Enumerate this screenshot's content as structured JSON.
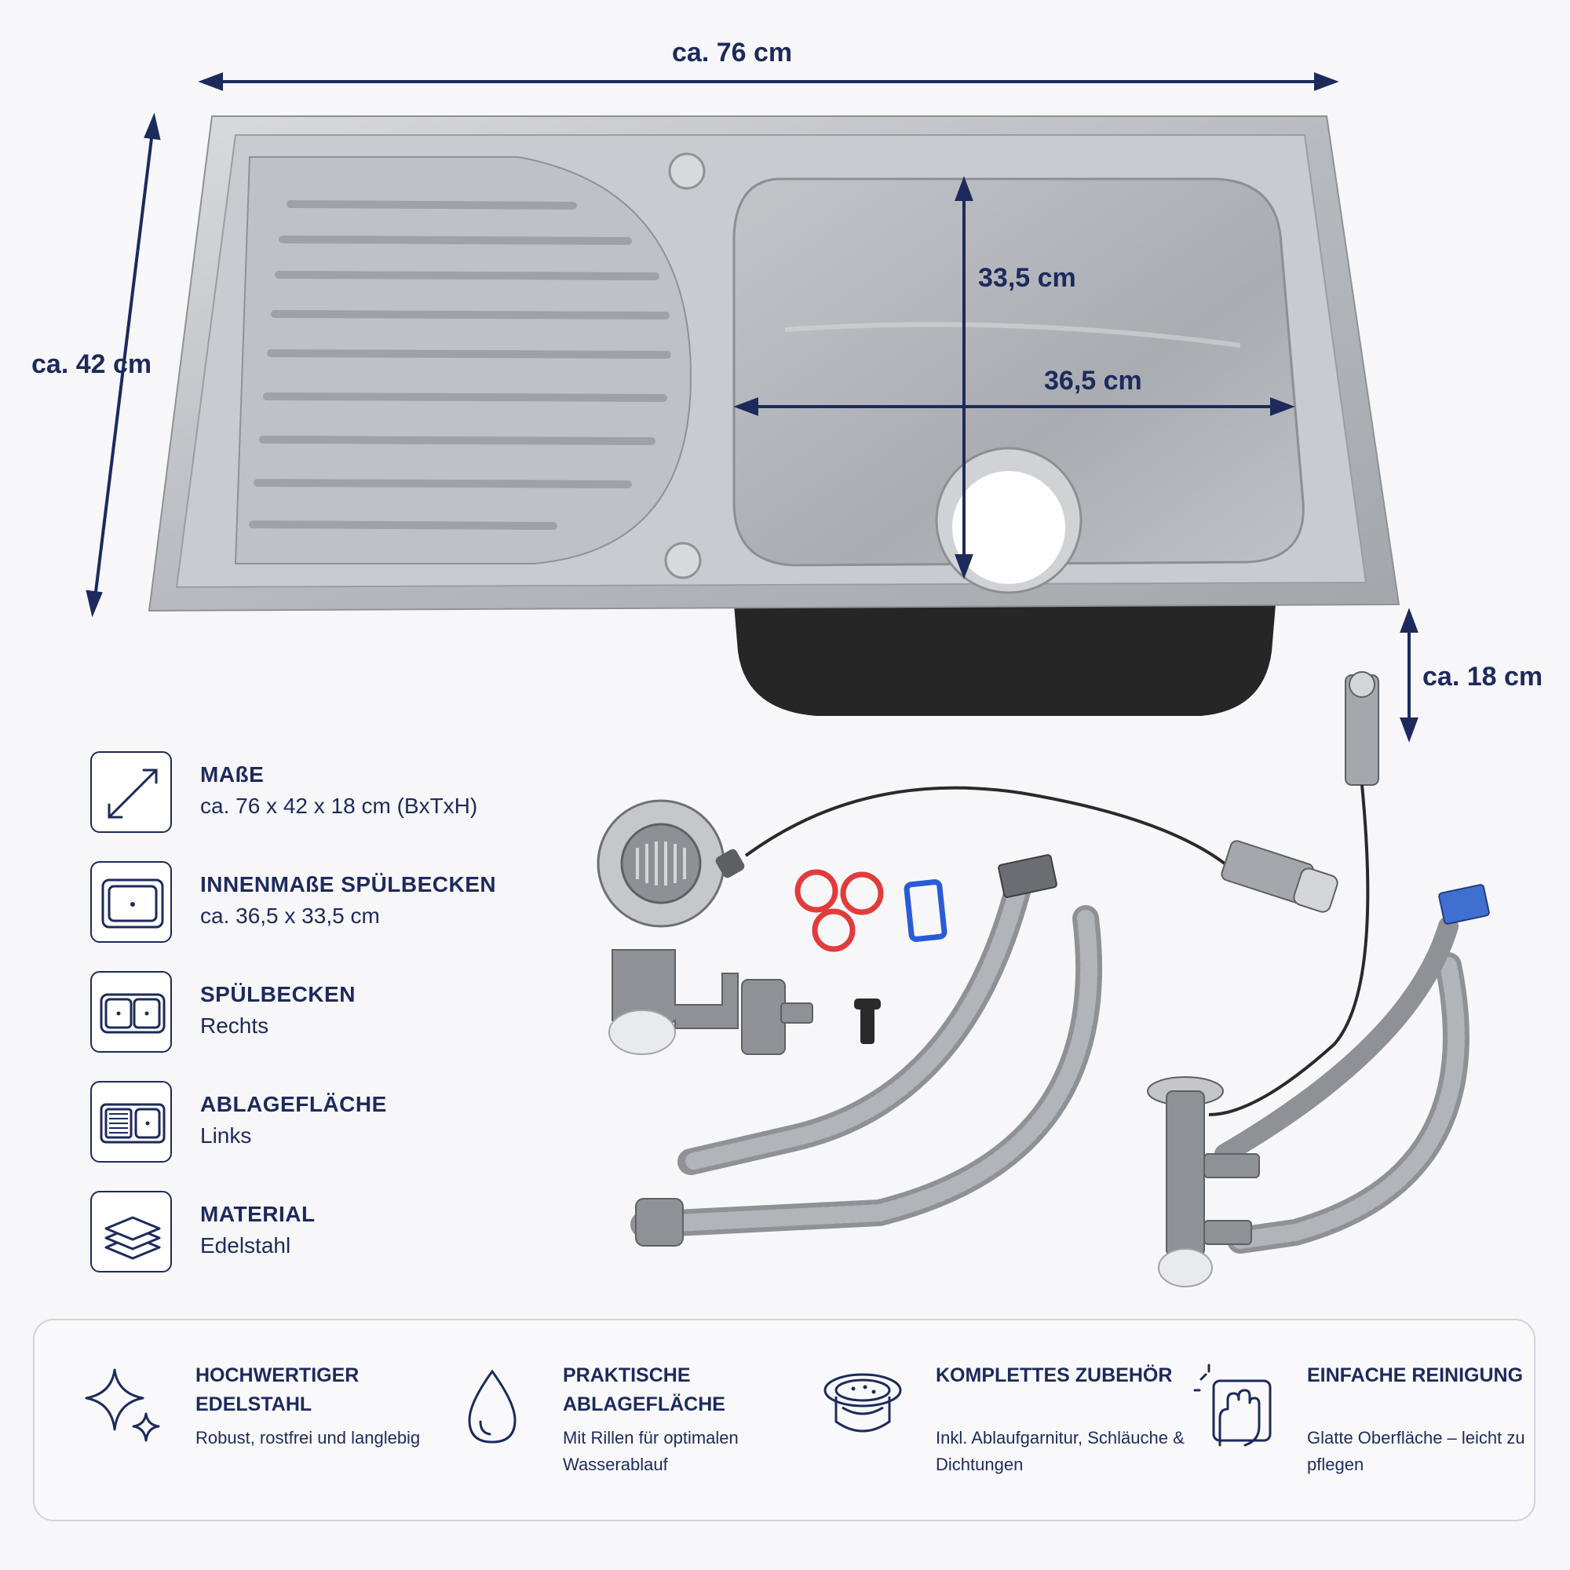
{
  "dimensions": {
    "width": "ca. 76 cm",
    "depth": "ca. 42 cm",
    "bowl_depth": "33,5 cm",
    "bowl_width": "36,5 cm",
    "height": "ca. 18 cm"
  },
  "specs": [
    {
      "title": "MAßE",
      "value": "ca. 76 x 42 x 18 cm (BxTxH)",
      "icon": "dimensions-icon"
    },
    {
      "title": "INNENMAßE SPÜLBECKEN",
      "value": "ca. 36,5 x 33,5 cm",
      "icon": "basin-icon"
    },
    {
      "title": "SPÜLBECKEN",
      "value": "Rechts",
      "icon": "double-basin-icon"
    },
    {
      "title": "ABLAGEFLÄCHE",
      "value": "Links",
      "icon": "drainboard-icon"
    },
    {
      "title": "MATERIAL",
      "value": "Edelstahl",
      "icon": "layers-icon"
    }
  ],
  "features": [
    {
      "title": "HOCHWERTIGER EDELSTAHL",
      "desc": "Robust, rostfrei und langlebig",
      "icon": "sparkle-icon"
    },
    {
      "title": "PRAKTISCHE ABLAGEFLÄCHE",
      "desc": "Mit Rillen für optimalen Wasserablauf",
      "icon": "water-drop-icon"
    },
    {
      "title": "KOMPLETTES ZUBEHÖR",
      "desc": "Inkl. Ablaufgarnitur, Schläuche & Dichtungen",
      "icon": "drain-strainer-icon"
    },
    {
      "title": "EINFACHE REINIGUNG",
      "desc": "Glatte Oberfläche – leicht zu pflegen",
      "icon": "cleaning-hand-icon"
    }
  ],
  "colors": {
    "navy": "#1d2a5c",
    "steel": "#b9bcc0",
    "background": "#f7f7f9",
    "seal_red": "#e23b3b",
    "seal_blue": "#2a5bd7"
  }
}
